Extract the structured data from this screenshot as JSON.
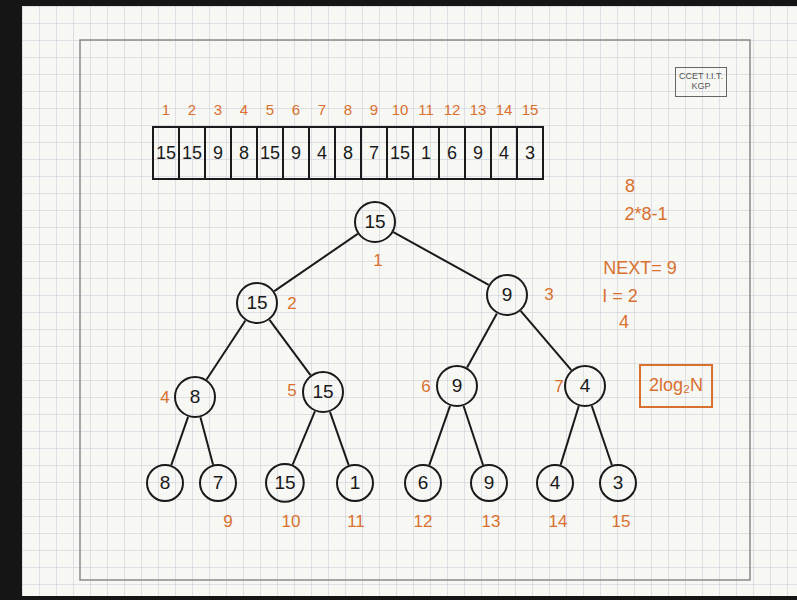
{
  "diagram": {
    "nodes": [
      {
        "text": [
          "CCET I.I.T. KGP"
        ]
      },
      {
        "text": [
          "15"
        ]
      },
      {
        "text": [
          "15"
        ]
      },
      {
        "text": [
          "9"
        ]
      },
      {
        "text": [
          "8"
        ]
      },
      {
        "text": [
          "15"
        ]
      },
      {
        "text": [
          "9"
        ]
      },
      {
        "text": [
          "4"
        ]
      },
      {
        "text": [
          "8"
        ]
      },
      {
        "text": [
          "7"
        ]
      },
      {
        "text": [
          "15"
        ]
      },
      {
        "text": [
          "1"
        ]
      },
      {
        "text": [
          "6"
        ]
      },
      {
        "text": [
          "9"
        ]
      },
      {
        "text": [
          "4"
        ]
      },
      {
        "text": [
          "3"
        ]
      },
      {
        "text": [
          "2log₂N"
        ]
      }
    ],
    "edges": [
      {
        "from": 1,
        "to": 2,
        "arrow": "none"
      },
      {
        "from": 1,
        "to": 3,
        "arrow": "none"
      },
      {
        "from": 2,
        "to": 4,
        "arrow": "none"
      },
      {
        "from": 2,
        "to": 5,
        "arrow": "none"
      },
      {
        "from": 3,
        "to": 6,
        "arrow": "none"
      },
      {
        "from": 3,
        "to": 7,
        "arrow": "none"
      },
      {
        "from": 4,
        "to": 8,
        "arrow": "none"
      },
      {
        "from": 4,
        "to": 9,
        "arrow": "none"
      },
      {
        "from": 5,
        "to": 10,
        "arrow": "none"
      },
      {
        "from": 5,
        "to": 11,
        "arrow": "none"
      },
      {
        "from": 6,
        "to": 12,
        "arrow": "none"
      },
      {
        "from": 6,
        "to": 13,
        "arrow": "none"
      },
      {
        "from": 7,
        "to": 14,
        "arrow": "none"
      },
      {
        "from": 7,
        "to": 15,
        "arrow": "none"
      }
    ],
    "labels": [
      "1",
      "2",
      "3",
      "4",
      "5",
      "6",
      "7",
      "8",
      "9",
      "10",
      "11",
      "12",
      "13",
      "14",
      "15",
      "15",
      "15",
      "9",
      "8",
      "15",
      "9",
      "4",
      "8",
      "7",
      "15",
      "1",
      "6",
      "9",
      "4",
      "3",
      "1",
      "2",
      "3",
      "4",
      "5",
      "6",
      "7",
      "9",
      "10",
      "11",
      "12",
      "13",
      "14",
      "15",
      "8",
      "2*8-1",
      "NEXT= 9",
      "I = 2",
      "4"
    ]
  }
}
